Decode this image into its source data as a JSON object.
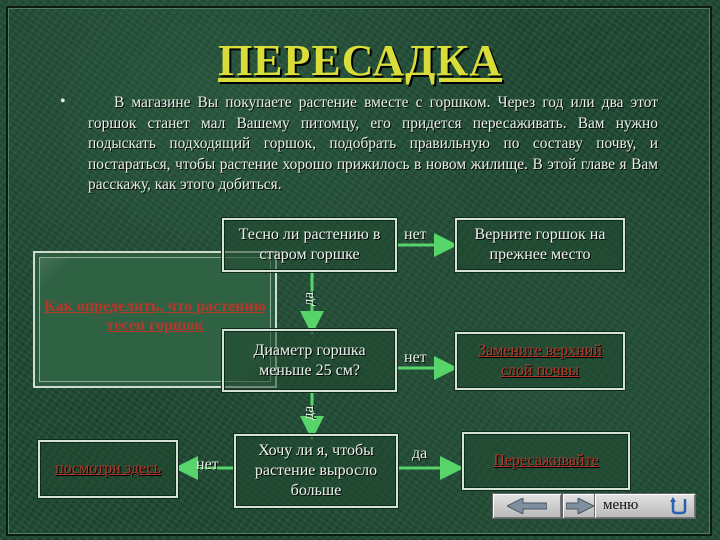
{
  "slide": {
    "title": "ПЕРЕСАДКА",
    "bullet": "•",
    "intro": "В магазине Вы покупаете растение вместе с горшком. Через год или два этот горшок станет мал Вашему питомцу, его придется пересаживать. Вам нужно подыскать подходящий горшок, подобрать правильную по составу почву, и постараться, чтобы растение хорошо прижилось в новом жилище. В этой главе я Вам расскажу, как этого добиться."
  },
  "flow": {
    "q1": "Тесно ли растению в старом горшке",
    "no1": "нет",
    "a1": "Верните горшок на прежнее место",
    "yes1": "да",
    "q2": "Диаметр горшка меньше 25 см?",
    "no2": "нет",
    "a2": "Замените верхний слой почвы",
    "yes2": "да",
    "q3": "Хочу ли я, чтобы растение выросло больше",
    "yes3": "да",
    "a3": "Пересаживайте",
    "no3": "нет",
    "help_link": "Как определить, что растению тесен горшок",
    "look_link": "посмотри здесь"
  },
  "nav": {
    "menu_label": "меню",
    "icons": [
      "back-arrow-icon",
      "forward-arrow-icon",
      "return-icon"
    ]
  },
  "colors": {
    "title": "#d8dd3a",
    "link": "#b7372a",
    "text": "#e9f0e9",
    "arrow": "#57d46a"
  }
}
